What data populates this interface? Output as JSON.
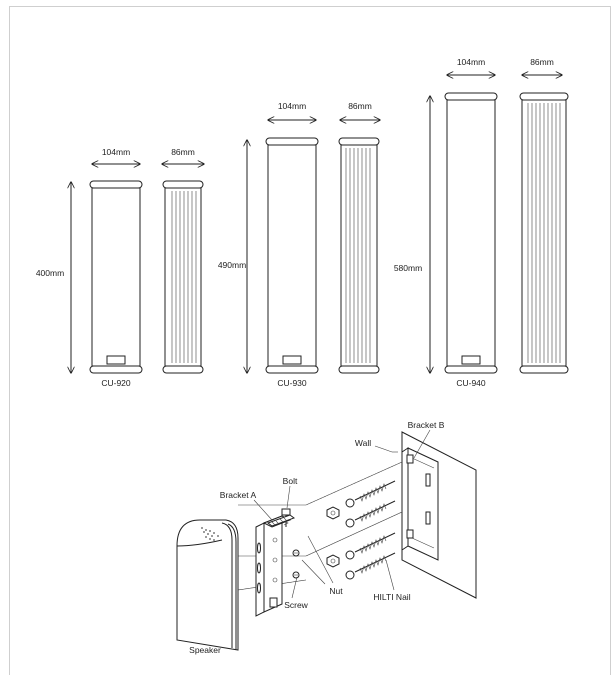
{
  "speakers": [
    {
      "model": "CU-920",
      "width": "104mm",
      "depth": "86mm",
      "height": "400mm"
    },
    {
      "model": "CU-930",
      "width": "104mm",
      "depth": "86mm",
      "height": "490mm"
    },
    {
      "model": "CU-940",
      "width": "104mm",
      "depth": "86mm",
      "height": "580mm"
    }
  ],
  "install": {
    "wall": "Wall",
    "bracket_b": "Bracket B",
    "bolt": "Bolt",
    "bracket_a": "Bracket A",
    "nut": "Nut",
    "screw": "Screw",
    "hilti_nail": "HILTI Nail",
    "speaker": "Speaker"
  }
}
